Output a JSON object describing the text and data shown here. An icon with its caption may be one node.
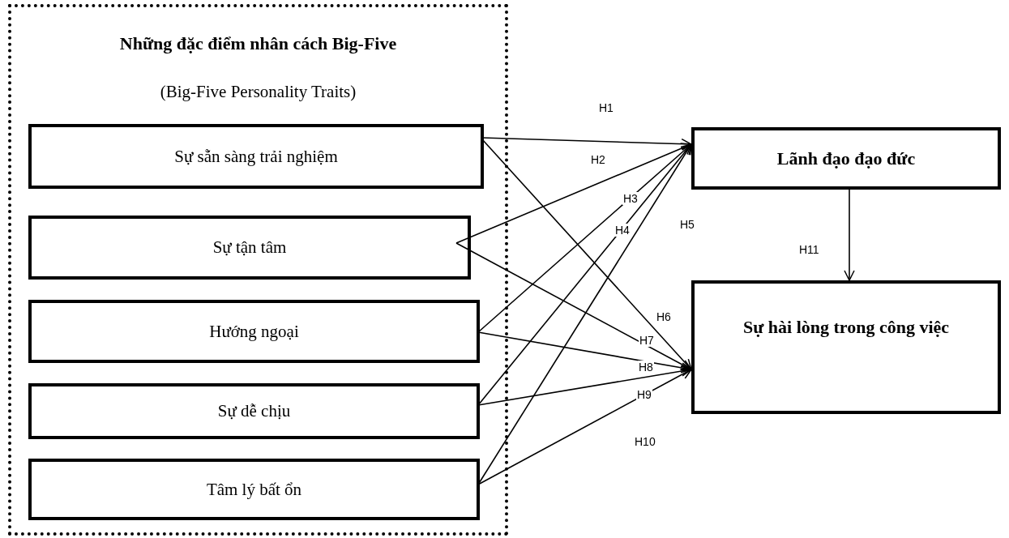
{
  "diagram": {
    "nodes": [
      {
        "text": [
          "Những đặc điểm nhân cách Big-Five",
          "(Big-Five Personality Traits)"
        ]
      },
      {
        "text": [
          "Sự sẵn sàng trải nghiệm"
        ],
        "in": 0
      },
      {
        "text": [
          "Sự tận tâm"
        ],
        "in": 0
      },
      {
        "text": [
          "Hướng ngoại"
        ],
        "in": 0
      },
      {
        "text": [
          "Sự dễ chịu"
        ],
        "in": 0
      },
      {
        "text": [
          "Tâm lý bất ổn"
        ],
        "in": 0
      },
      {
        "text": [
          "Lãnh đạo đạo đức"
        ]
      },
      {
        "text": [
          "Sự hài lòng trong công việc"
        ]
      }
    ],
    "edges": [
      {
        "from": 1,
        "to": 6,
        "arrow": "to",
        "label": "H1"
      },
      {
        "from": 2,
        "to": 6,
        "arrow": "to",
        "label": "H2"
      },
      {
        "from": 3,
        "to": 6,
        "arrow": "to",
        "label": "H3"
      },
      {
        "from": 4,
        "to": 6,
        "arrow": "to",
        "label": "H4"
      },
      {
        "from": 5,
        "to": 6,
        "arrow": "to",
        "label": "H5"
      },
      {
        "from": 1,
        "to": 7,
        "arrow": "to",
        "label": "H6"
      },
      {
        "from": 2,
        "to": 7,
        "arrow": "to",
        "label": "H7"
      },
      {
        "from": 3,
        "to": 7,
        "arrow": "to",
        "label": "H8"
      },
      {
        "from": 4,
        "to": 7,
        "arrow": "to",
        "label": "H9"
      },
      {
        "from": 5,
        "to": 7,
        "arrow": "to",
        "label": "H10"
      },
      {
        "from": 6,
        "to": 7,
        "arrow": "to",
        "label": "H11"
      }
    ]
  }
}
